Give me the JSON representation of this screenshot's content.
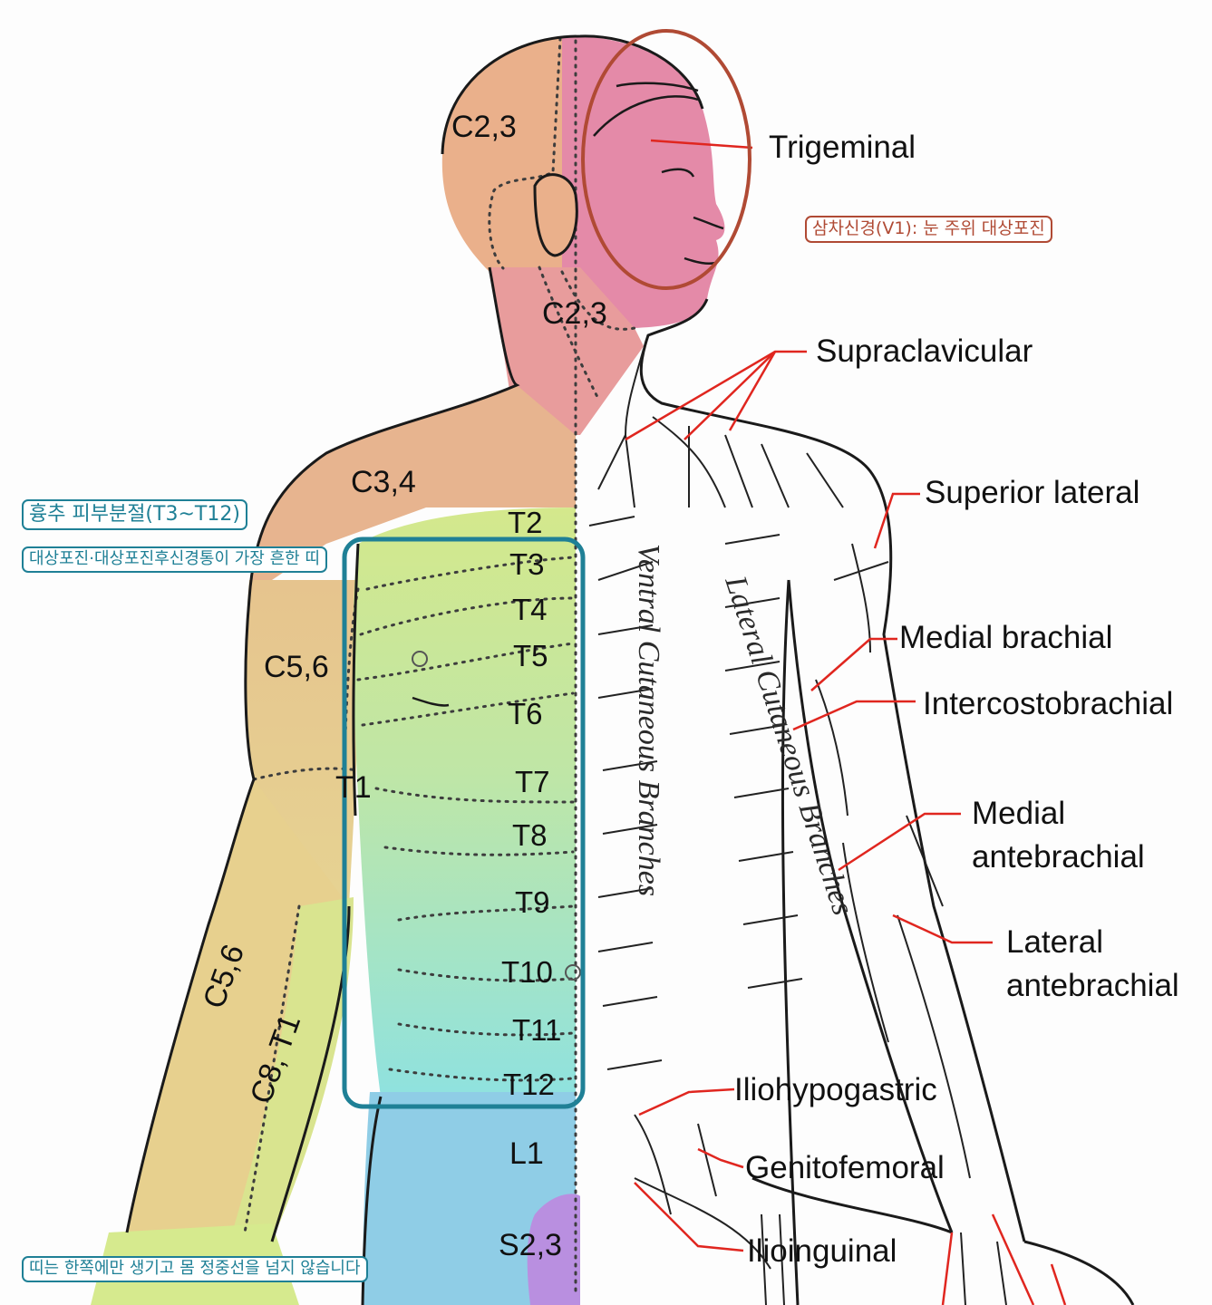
{
  "dermatomes": {
    "head": "C2,3",
    "neck": "C2,3",
    "shoulder": "C3,4",
    "thoracic": [
      "T2",
      "T3",
      "T4",
      "T5",
      "T6",
      "T7",
      "T8",
      "T9",
      "T10",
      "T11",
      "T12"
    ],
    "t1_partial": "T1",
    "upper_arm": "C5,6",
    "forearm_radial": "C5,6",
    "forearm_ulnar": "C8, T1",
    "lumbar": "L1",
    "sacral": "S2,3"
  },
  "nerves": {
    "trigeminal": "Trigeminal",
    "supraclavicular": "Supraclavicular",
    "superior_lateral": "Superior lateral",
    "medial_brachial": "Medial brachial",
    "intercostobrachial": "Intercostobrachial",
    "medial_antebrachial": [
      "Medial",
      "antebrachial"
    ],
    "lateral_antebrachial": [
      "Lateral",
      "antebrachial"
    ],
    "iliohypogastric": "Iliohypogastric",
    "genitofemoral": "Genitofemoral",
    "ilioinguinal": "Ilioinguinal"
  },
  "branch_text": {
    "ventral": "Ventral Cutaneous Branches",
    "lateral": "Lateral Cutaneous Branches"
  },
  "callouts": {
    "trigeminal_note": "삼차신경(V1): 눈 주위 대상포진",
    "thoracic_title": "흉추 피부분절(T3~T12)",
    "thoracic_note": "대상포진·대상포진후신경통이 가장 흔한 띠",
    "midline_note": "띠는 한쪽에만 생기고 몸 정중선을 넘지 않습니다"
  },
  "colors": {
    "trigeminal_zone": "#e48aa8",
    "cervical_zone": "#e9b08c",
    "thoracic_top": "#d3e88a",
    "thoracic_bottom": "#8fe0dc",
    "lumbar_zone": "#88cbe6",
    "sacral_zone": "#b98fe0",
    "highlight_teal": "#1f8096",
    "highlight_red": "#b04a34",
    "nerve_leader": "#e0261f"
  }
}
